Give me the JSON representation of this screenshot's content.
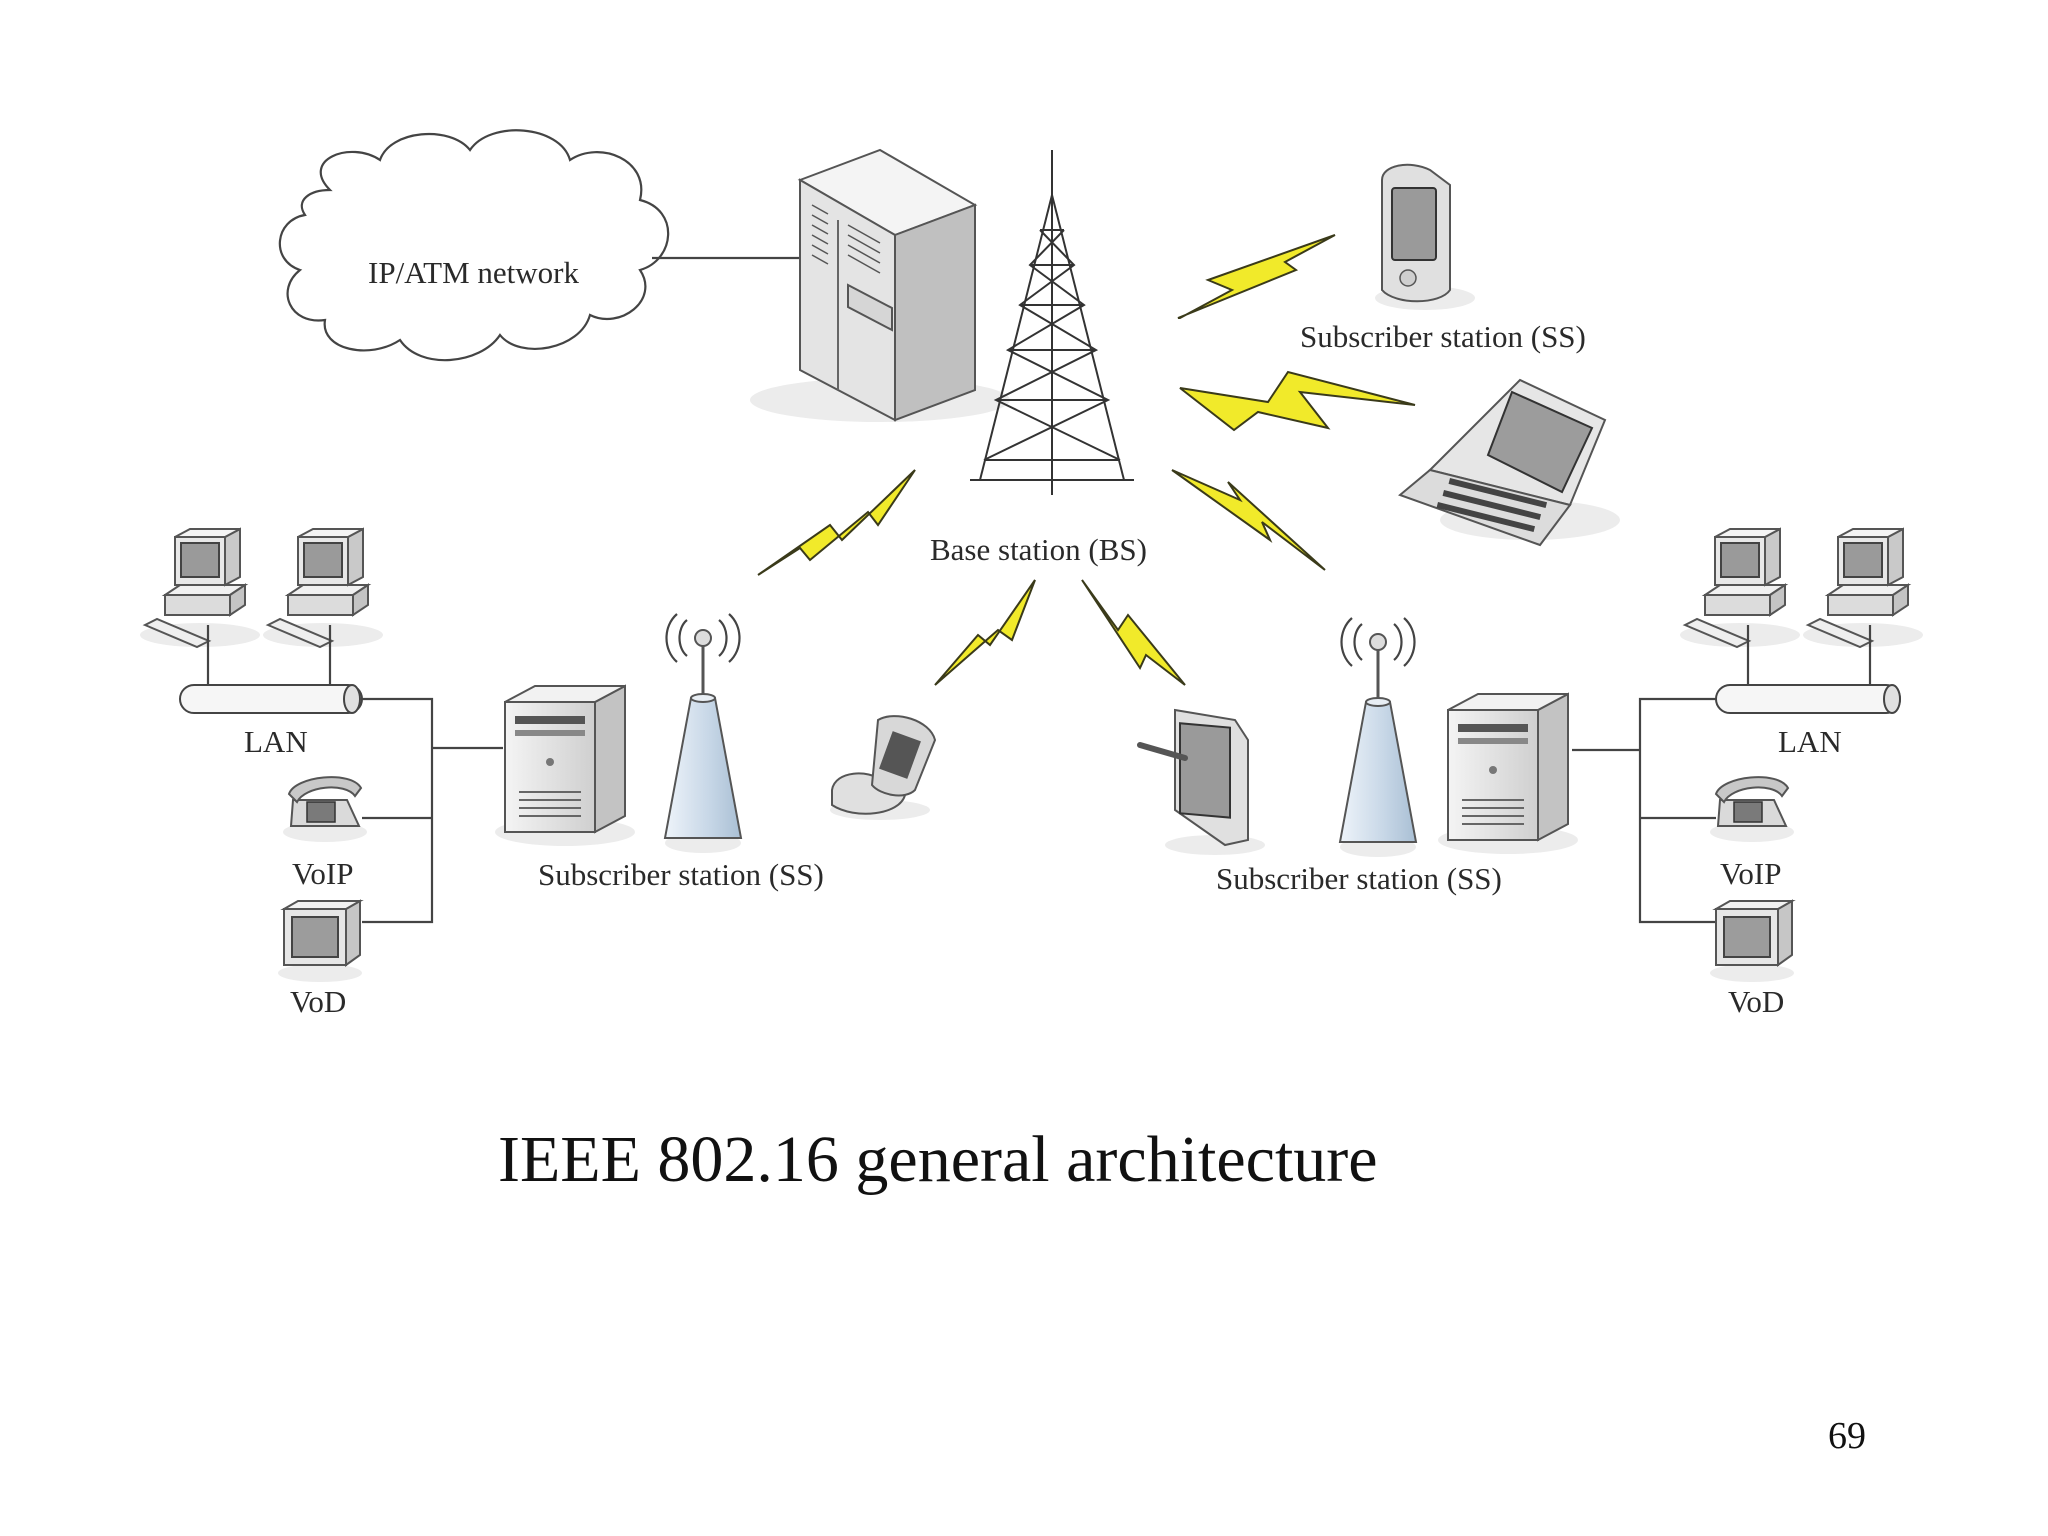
{
  "labels": {
    "cloud": "IP/ATM network",
    "base_station": "Base station (BS)",
    "ss_top_right": "Subscriber station (SS)",
    "ss_left": "Subscriber station (SS)",
    "ss_right": "Subscriber station (SS)",
    "lan_left": "LAN",
    "lan_right": "LAN",
    "voip_left": "VoIP",
    "voip_right": "VoIP",
    "vod_left": "VoD",
    "vod_right": "VoD"
  },
  "caption": "IEEE 802.16 general architecture",
  "page_number": "69",
  "colors": {
    "bolt": "#f1ea2a",
    "device_fill": "#e6e6e6",
    "antenna_fill": "#c9d9e8"
  },
  "icons": [
    "cloud-icon",
    "server-icon",
    "tower-icon",
    "pda-icon",
    "laptop-icon",
    "desktop-icon",
    "phone-icon",
    "monitor-icon",
    "antenna-icon",
    "tablet-icon",
    "handset-icon",
    "lightning-icon"
  ]
}
